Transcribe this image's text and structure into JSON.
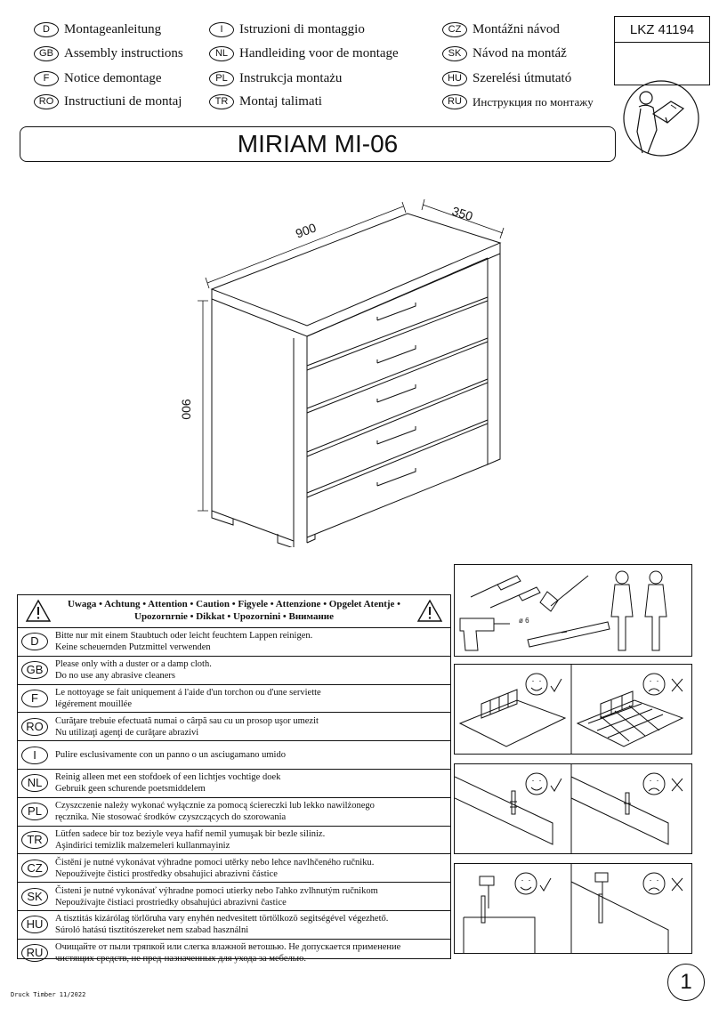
{
  "languages": [
    {
      "code": "D",
      "text": "Montageanleitung"
    },
    {
      "code": "GB",
      "text": "Assembly instructions"
    },
    {
      "code": "F",
      "text": "Notice demontage"
    },
    {
      "code": "RO",
      "text": "Instructiuni de montaj"
    },
    {
      "code": "I",
      "text": "Istruzioni di montaggio"
    },
    {
      "code": "NL",
      "text": "Handleiding voor de montage"
    },
    {
      "code": "PL",
      "text": "Instrukcja montażu"
    },
    {
      "code": "TR",
      "text": "Montaj talimati"
    },
    {
      "code": "CZ",
      "text": "Montážni návod"
    },
    {
      "code": "SK",
      "text": "Návod na montáž"
    },
    {
      "code": "HU",
      "text": "Szerelési útmutató"
    },
    {
      "code": "RU",
      "text": "Инструкция по монтажу"
    }
  ],
  "lkz": "LKZ 41194",
  "title": "MIRIAM MI-06",
  "dimensions": {
    "width": "900",
    "depth": "350",
    "height": "900"
  },
  "warning_header": "Uwaga • Achtung • Attention • Caution • Figyele • Attenzione • Opgelet Atentje • Upozornrnie • Dikkat • Upozornini • Внимание",
  "warnings": [
    {
      "code": "D",
      "line1": "Bitte nur mit einem Staubtuch oder leicht feuchtem Lappen reinigen.",
      "line2": "Keine scheuernden Putzmittel verwenden"
    },
    {
      "code": "GB",
      "line1": "Please only with a duster or a damp cloth.",
      "line2": "Do no use any abrasive cleaners"
    },
    {
      "code": "F",
      "line1": "Le nottoyage se fait uniquement á l'aide d'un torchon ou d'une serviette",
      "line2": "légérement mouillée"
    },
    {
      "code": "RO",
      "line1": "Curăţare trebuie efectuată numai o cârpă sau cu un prosop uşor umezit",
      "line2": "Nu utilizaţi agenţi de curăţare abrazivi"
    },
    {
      "code": "I",
      "line1": "Pulire esclusivamente con un panno o un asciugamano umido",
      "line2": ""
    },
    {
      "code": "NL",
      "line1": "Reinig alleen met een stofdoek of een lichtjes vochtige doek",
      "line2": "Gebruik geen schurende poetsmiddelem"
    },
    {
      "code": "PL",
      "line1": "Czyszczenie należy wykonać wyłącznie za pomocą ściereczki lub lekko nawilżonego",
      "line2": "ręcznika. Nie stosować środków czyszczących do szorowania"
    },
    {
      "code": "TR",
      "line1": "Lütfen sadece bir toz beziyle veya hafif nemil yumuşak bir bezle siliniz.",
      "line2": "Aşindirici temizlik malzemeleri kullanmayiniz"
    },
    {
      "code": "CZ",
      "line1": "Čistění je nutné vykonávat výhradne pomoci utěrky nebo lehce navlhčeného ručniku.",
      "line2": "Nepoužívejte čistici prostředky obsahujici abrazivni částice"
    },
    {
      "code": "SK",
      "line1": "Čisteni je nutné vykonávať výhradne pomoci utierky nebo ľahko zvlhnutým ručnikom",
      "line2": "Nepoužívajte čistiaci prostriedky obsahujúci abrazivni častice"
    },
    {
      "code": "HU",
      "line1": "A tisztitás kizárólag törlőruha vary enyhén nedvesitett törtölkozö segitségével végezhető.",
      "line2": "Súroló hatású tisztitószereket nem szabad használni"
    },
    {
      "code": "RU",
      "line1": "Очищайте от пыли тряпкой или слегка влажной ветошью. Не допускается применение",
      "line2": "чистящих средств, не пред-назначенных для ухода за мебелью."
    }
  ],
  "drill_label": "ø 6",
  "footer": "Druck Timber 11/2022",
  "page_number": "1"
}
